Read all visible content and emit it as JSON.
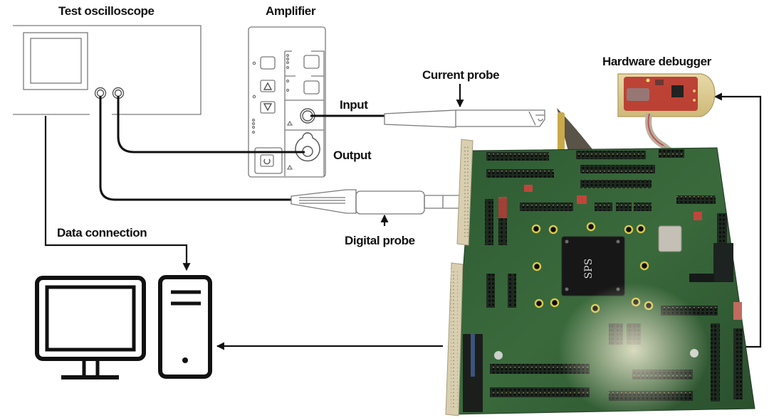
{
  "diagram": {
    "title": "",
    "labels": {
      "oscilloscope": "Test oscilloscope",
      "amplifier": "Amplifier",
      "input": "Input",
      "output": "Output",
      "current_probe": "Current probe",
      "digital_probe": "Digital probe",
      "hardware_debugger": "Hardware debugger",
      "data_connection": "Data connection",
      "chip_marking": "SPS"
    },
    "components": [
      {
        "id": "oscilloscope",
        "icon": "oscilloscope-icon"
      },
      {
        "id": "amplifier",
        "icon": "amplifier-icon"
      },
      {
        "id": "current-probe",
        "icon": "current-probe-icon"
      },
      {
        "id": "digital-probe",
        "icon": "digital-probe-icon"
      },
      {
        "id": "hardware-debugger",
        "icon": "debugger-photo"
      },
      {
        "id": "dev-board",
        "icon": "pcb-board-photo"
      },
      {
        "id": "computer",
        "icon": "monitor-icon"
      },
      {
        "id": "pc-tower",
        "icon": "pc-tower-icon"
      }
    ],
    "connections": [
      {
        "from": "oscilloscope",
        "to": "amplifier",
        "label": "Output"
      },
      {
        "from": "amplifier",
        "to": "current-probe",
        "label": "Input"
      },
      {
        "from": "oscilloscope",
        "to": "digital-probe",
        "label": ""
      },
      {
        "from": "oscilloscope",
        "to": "pc-tower",
        "label": "Data connection"
      },
      {
        "from": "dev-board",
        "to": "pc-tower",
        "label": ""
      },
      {
        "from": "dev-board",
        "to": "hardware-debugger",
        "label": ""
      }
    ],
    "colors": {
      "line": "#111111",
      "pcb_green": "#2f5a32",
      "debugger_red": "#c0392b",
      "connector_beige": "#d9cfb0",
      "gold": "#c9a94a"
    }
  }
}
